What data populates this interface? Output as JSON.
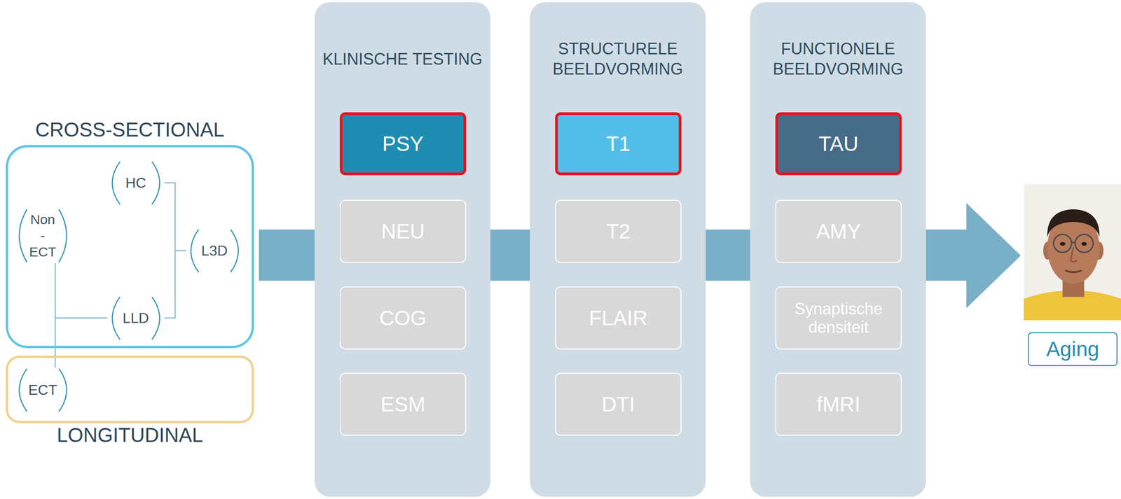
{
  "diagram": {
    "nodes": [
      {
        "text": [
          "CROSS-SECTIONAL"
        ]
      },
      {
        "text": [
          "HC"
        ],
        "in": 0
      },
      {
        "text": [
          "Non - ECT"
        ],
        "in": 0
      },
      {
        "text": [
          "L3D"
        ],
        "in": 0
      },
      {
        "text": [
          "LLD"
        ],
        "in": 0
      },
      {
        "text": [
          "LONGITUDINAL"
        ]
      },
      {
        "text": [
          "ECT"
        ],
        "in": 5
      },
      {
        "text": [
          "KLINISCHE TESTING"
        ]
      },
      {
        "text": [
          "PSY"
        ],
        "in": 7
      },
      {
        "text": [
          "NEU"
        ],
        "in": 7
      },
      {
        "text": [
          "COG"
        ],
        "in": 7
      },
      {
        "text": [
          "ESM"
        ],
        "in": 7
      },
      {
        "text": [
          "STRUCTURELE BEELDVORMING"
        ]
      },
      {
        "text": [
          "T1"
        ],
        "in": 12
      },
      {
        "text": [
          "T2"
        ],
        "in": 12
      },
      {
        "text": [
          "FLAIR"
        ],
        "in": 12
      },
      {
        "text": [
          "DTI"
        ],
        "in": 12
      },
      {
        "text": [
          "FUNCTIONELE BEELDVORMING"
        ]
      },
      {
        "text": [
          "TAU"
        ],
        "in": 17
      },
      {
        "text": [
          "AMY"
        ],
        "in": 17
      },
      {
        "text": [
          "Synaptische densiteit"
        ],
        "in": 17
      },
      {
        "text": [
          "fMRI"
        ],
        "in": 17
      },
      {
        "text": [
          "Aging"
        ]
      }
    ],
    "edges": [
      {
        "from": 1,
        "to": 3,
        "arrow": "none"
      },
      {
        "from": 4,
        "to": 3,
        "arrow": "none"
      },
      {
        "from": 2,
        "to": 4,
        "arrow": "none"
      },
      {
        "from": 6,
        "to": 4,
        "arrow": "none"
      }
    ]
  }
}
